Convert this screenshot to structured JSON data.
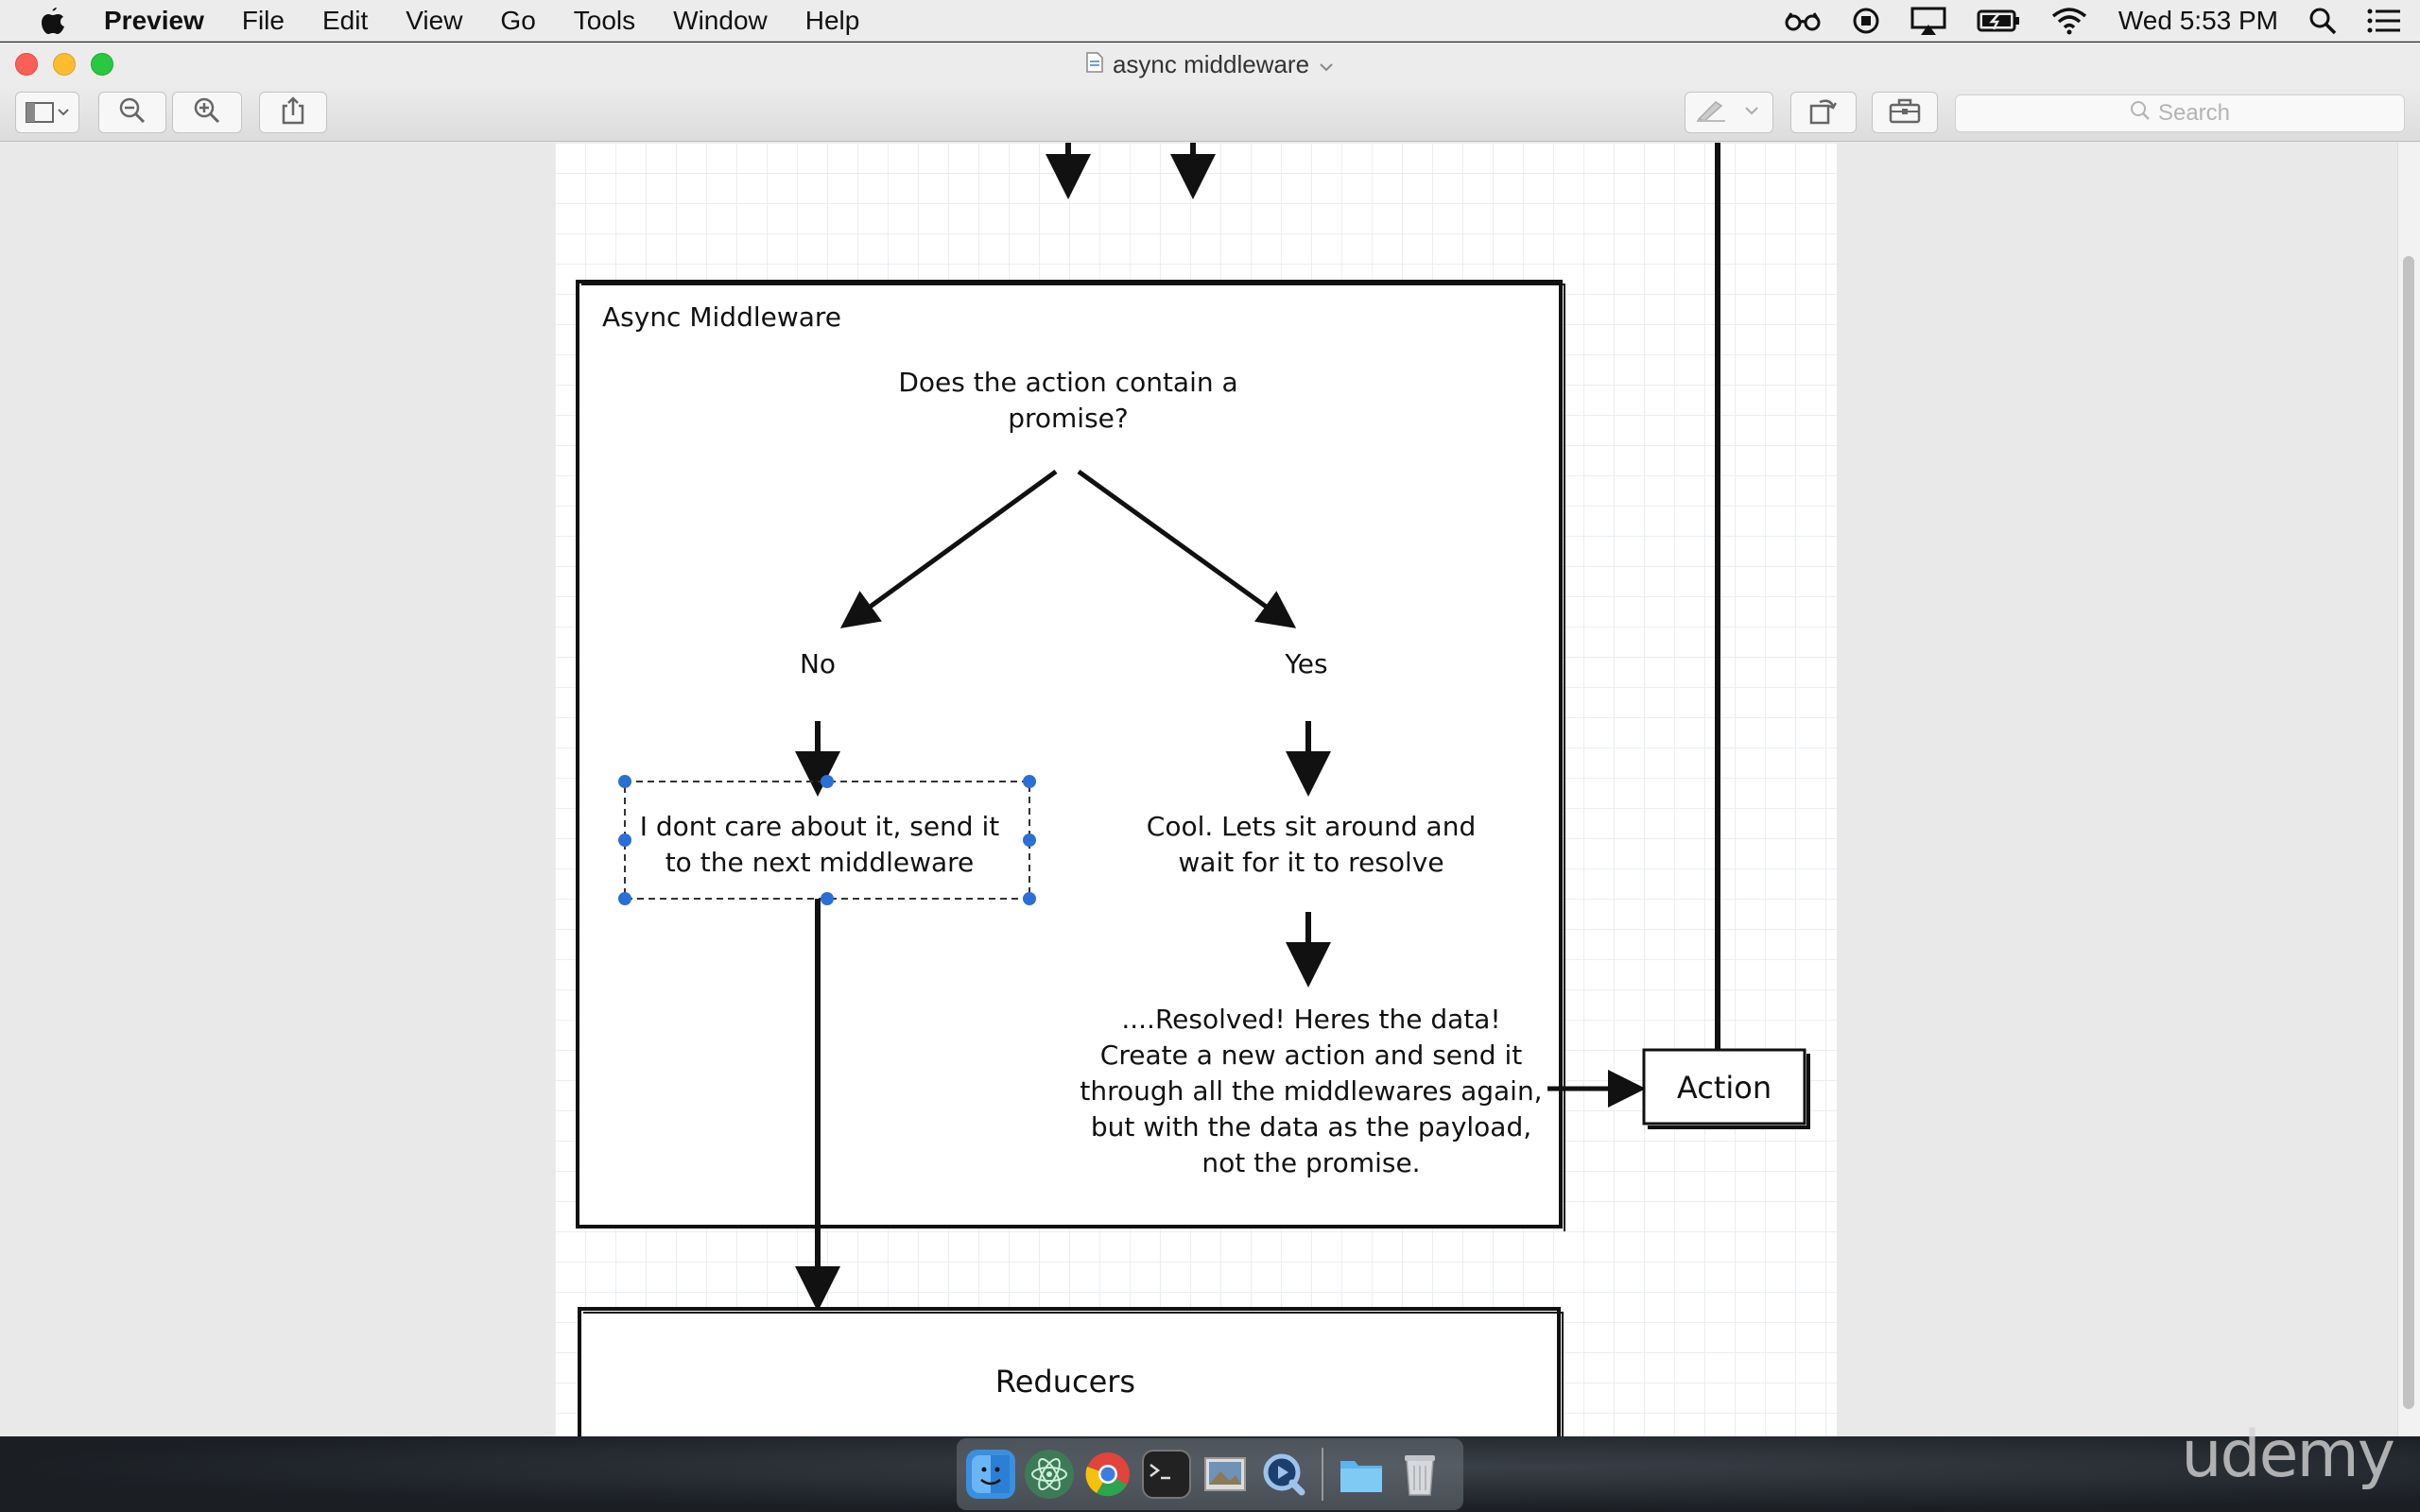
{
  "menubar": {
    "app_name": "Preview",
    "items": [
      "File",
      "Edit",
      "View",
      "Go",
      "Tools",
      "Window",
      "Help"
    ],
    "clock": "Wed 5:53 PM"
  },
  "window": {
    "title": "async middleware",
    "search_placeholder": "Search"
  },
  "diagram": {
    "box_title": "Async Middleware",
    "question_line1": "Does the action contain a",
    "question_line2": "promise?",
    "no_label": "No",
    "yes_label": "Yes",
    "no_text_line1": "I dont care about it, send it",
    "no_text_line2": "to the next middleware",
    "yes_text_line1": "Cool.  Lets sit around and",
    "yes_text_line2": "wait for it to resolve",
    "resolved_line1": "....Resolved!  Heres the data!",
    "resolved_line2": "Create a new action and send it",
    "resolved_line3": "through all the middlewares again,",
    "resolved_line4": "but with the data as the payload,",
    "resolved_line5": "not the promise.",
    "action_label": "Action",
    "reducers_label": "Reducers"
  },
  "dock": {
    "apps": [
      "finder-icon",
      "atom-icon",
      "chrome-icon",
      "terminal-icon",
      "preview-icon",
      "quicktime-icon",
      "folder-icon",
      "trash-icon"
    ]
  },
  "watermark": "udemy"
}
